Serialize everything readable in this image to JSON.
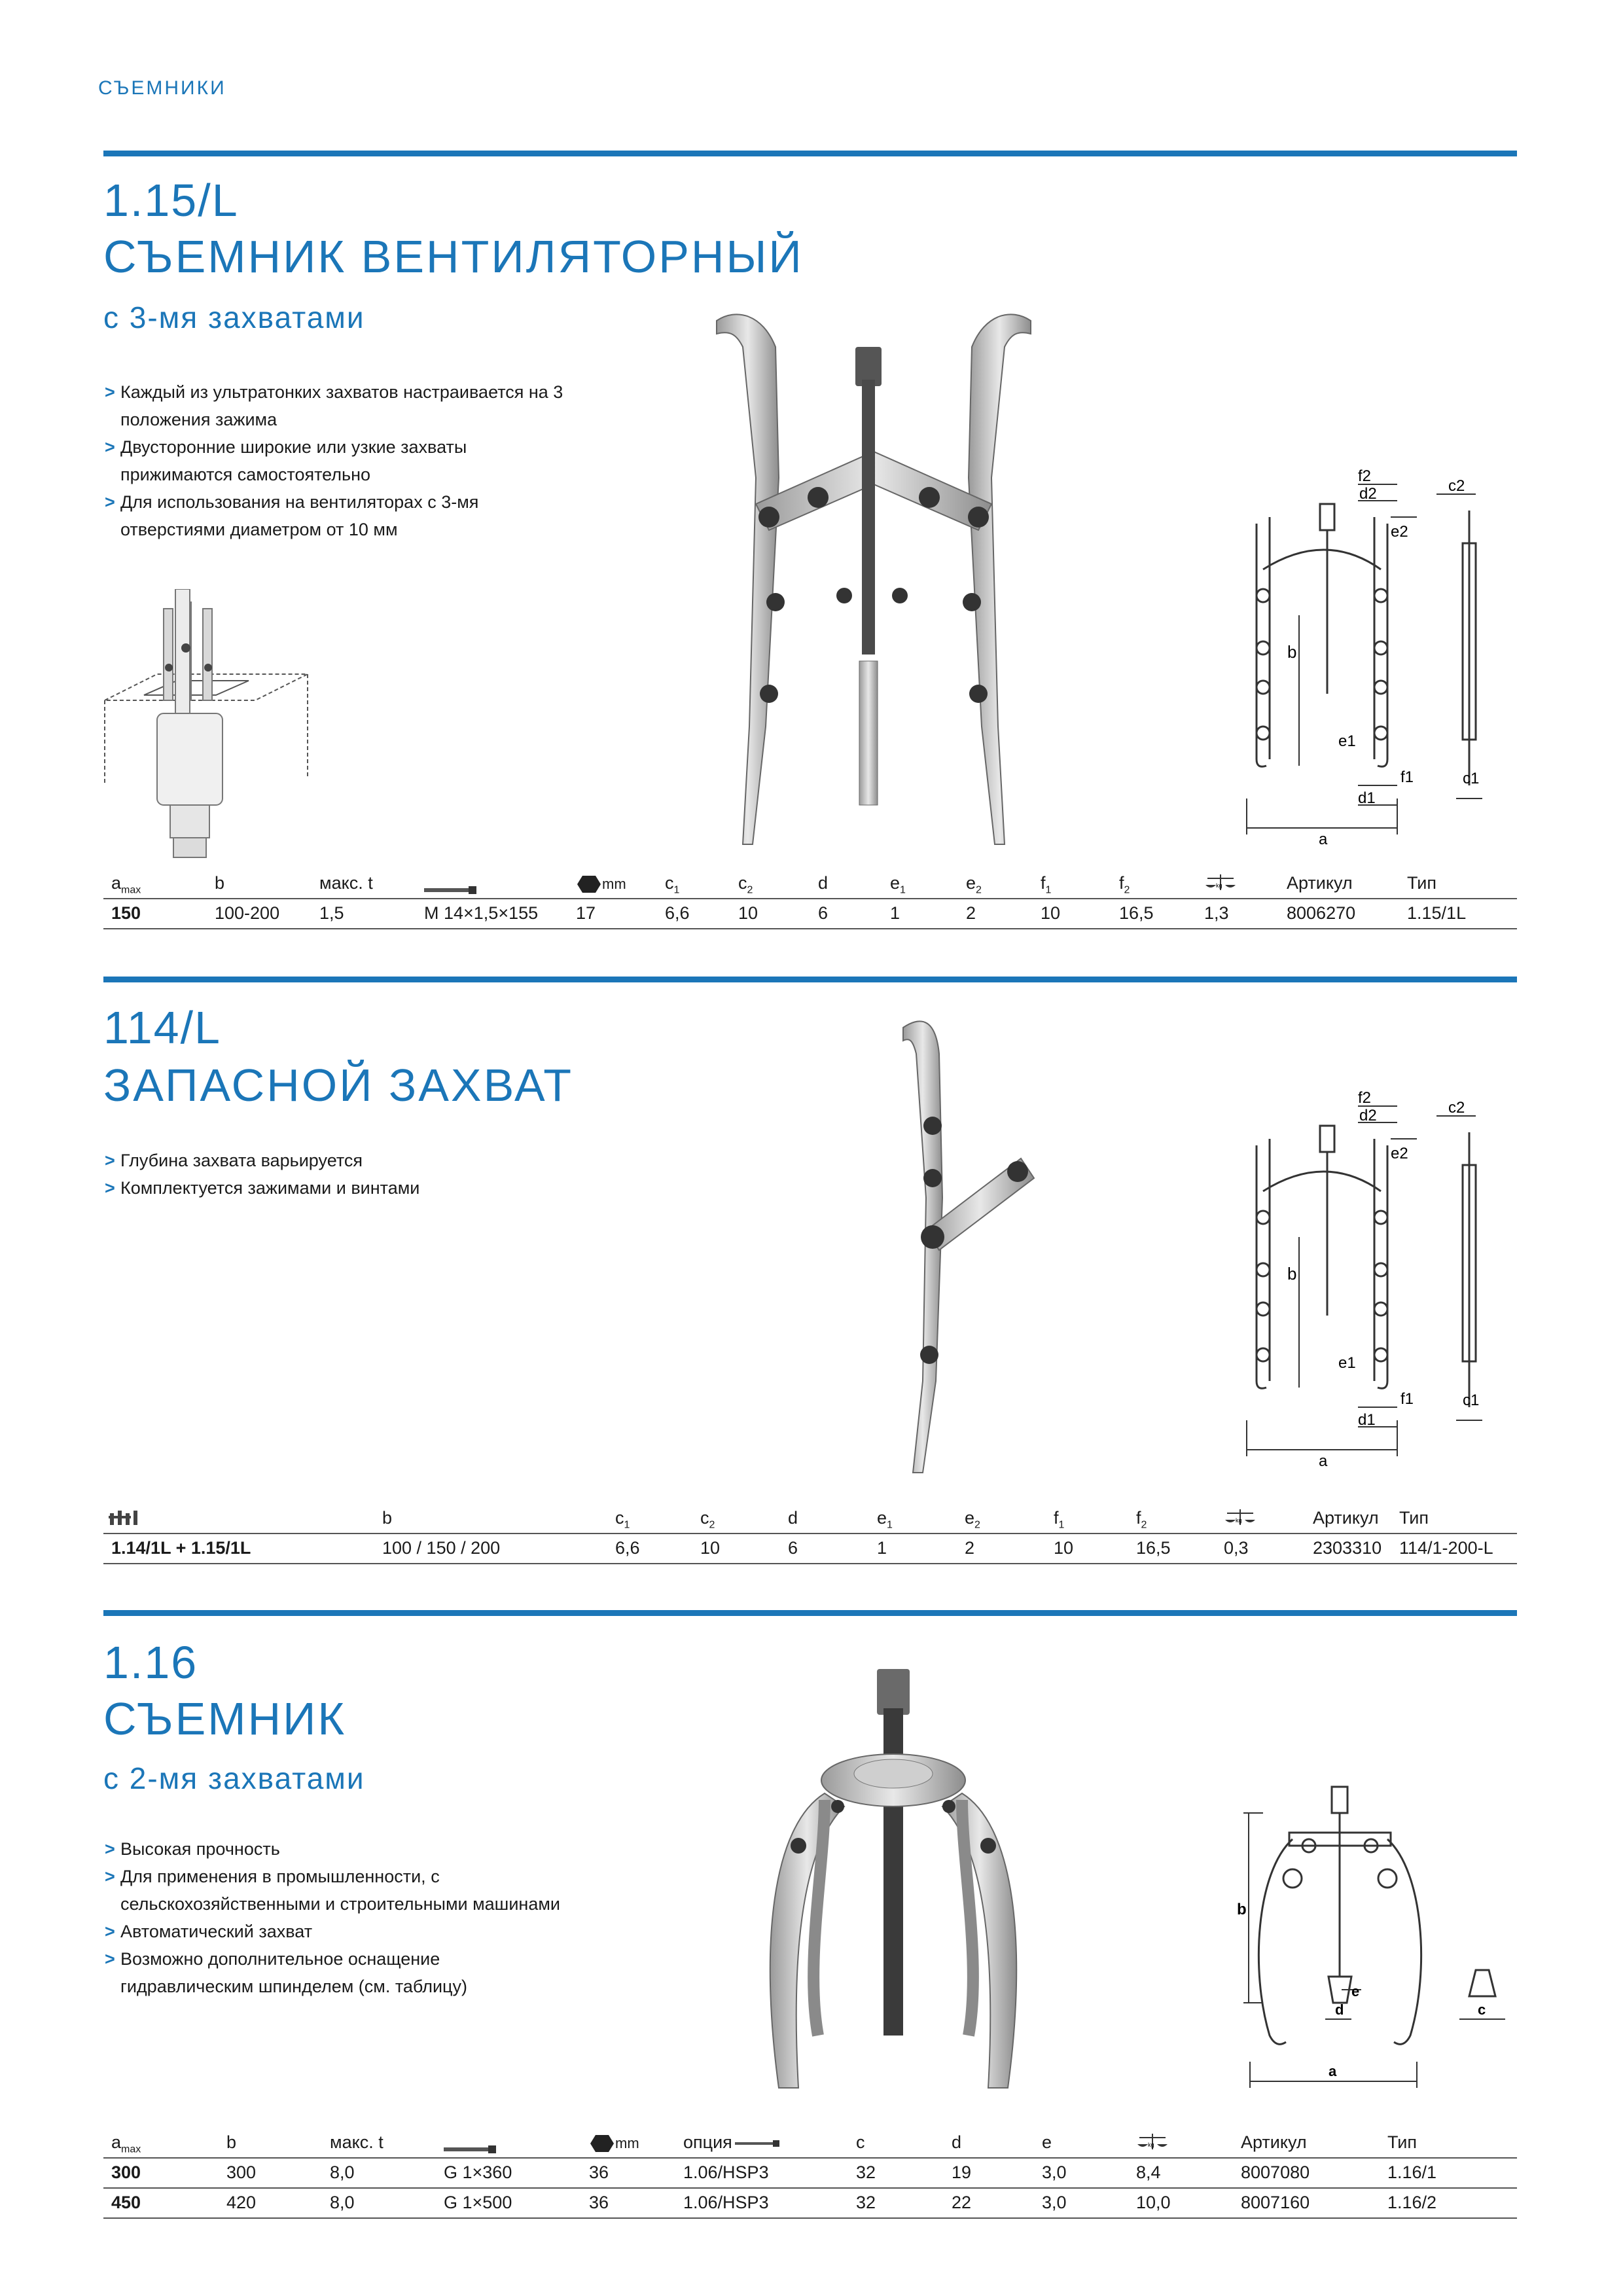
{
  "header": {
    "category": "СЪЕМНИКИ"
  },
  "sections": [
    {
      "number": "1.15/L",
      "title": "СЪЕМНИК ВЕНТИЛЯТОРНЫЙ",
      "subtitle": "с 3-мя захватами",
      "bullets": [
        "Каждый из ультратонких захватов настраивается на 3 положения зажима",
        "Двусторонние широкие или узкие захваты прижимаются самостоятельно",
        "Для использования на вентиляторах с 3-мя отверстиями диаметром от 10 мм"
      ],
      "table": {
        "headers": [
          "a",
          "b",
          "макс. t",
          "",
          "mm",
          "c",
          "c",
          "d",
          "e",
          "e",
          "f",
          "f",
          "kg",
          "Артикул",
          "Тип"
        ],
        "header_subs": [
          "max",
          "",
          "",
          "",
          "",
          "1",
          "2",
          "",
          "1",
          "2",
          "1",
          "2",
          "",
          "",
          ""
        ],
        "rows": [
          [
            "150",
            "100-200",
            "1,5",
            "M 14×1,5×155",
            "17",
            "6,6",
            "10",
            "6",
            "1",
            "2",
            "10",
            "16,5",
            "1,3",
            "8006270",
            "1.15/1L"
          ]
        ]
      }
    },
    {
      "number": "114/L",
      "title": "ЗАПАСНОЙ ЗАХВАТ",
      "bullets": [
        "Глубина захвата варьируется",
        "Комплектуется зажимами и винтами"
      ],
      "table": {
        "headers": [
          "",
          "b",
          "c",
          "c",
          "d",
          "e",
          "e",
          "f",
          "f",
          "kg",
          "Артикул",
          "Тип"
        ],
        "header_subs": [
          "",
          "",
          "1",
          "2",
          "",
          "1",
          "2",
          "1",
          "2",
          "",
          "",
          ""
        ],
        "rows": [
          [
            "1.14/1L + 1.15/1L",
            "100 / 150 / 200",
            "6,6",
            "10",
            "6",
            "1",
            "2",
            "10",
            "16,5",
            "0,3",
            "2303310",
            "114/1-200-L"
          ]
        ]
      }
    },
    {
      "number": "1.16",
      "title": "СЪЕМНИК",
      "subtitle": "с 2-мя захватами",
      "bullets": [
        "Высокая прочность",
        "Для применения в промышленности, с сельскохозяйственными и строительными машинами",
        "Автоматический захват",
        "Возможно дополнительное оснащение гидравлическим шпинделем (см. таблицу)"
      ],
      "table": {
        "headers": [
          "a",
          "b",
          "макс. t",
          "",
          "mm",
          "опция",
          "c",
          "d",
          "e",
          "kg",
          "Артикул",
          "Тип"
        ],
        "header_subs": [
          "max",
          "",
          "",
          "",
          "",
          "",
          "",
          "",
          "",
          "",
          "",
          ""
        ],
        "rows": [
          [
            "300",
            "300",
            "8,0",
            "G 1×360",
            "36",
            "1.06/HSP3",
            "32",
            "19",
            "3,0",
            "8,4",
            "8007080",
            "1.16/1"
          ],
          [
            "450",
            "420",
            "8,0",
            "G 1×500",
            "36",
            "1.06/HSP3",
            "32",
            "22",
            "3,0",
            "10,0",
            "8007160",
            "1.16/2"
          ]
        ]
      }
    }
  ],
  "diagram_labels": {
    "d1": {
      "f2": "f2",
      "d2": "d2",
      "e2": "e2",
      "c2": "c2",
      "b": "b",
      "e1": "e1",
      "f1": "f1",
      "d1": "d1",
      "c1": "c1",
      "a": "a"
    },
    "d3": {
      "b": "b",
      "e": "e",
      "d": "d",
      "c": "c",
      "a": "a"
    }
  }
}
